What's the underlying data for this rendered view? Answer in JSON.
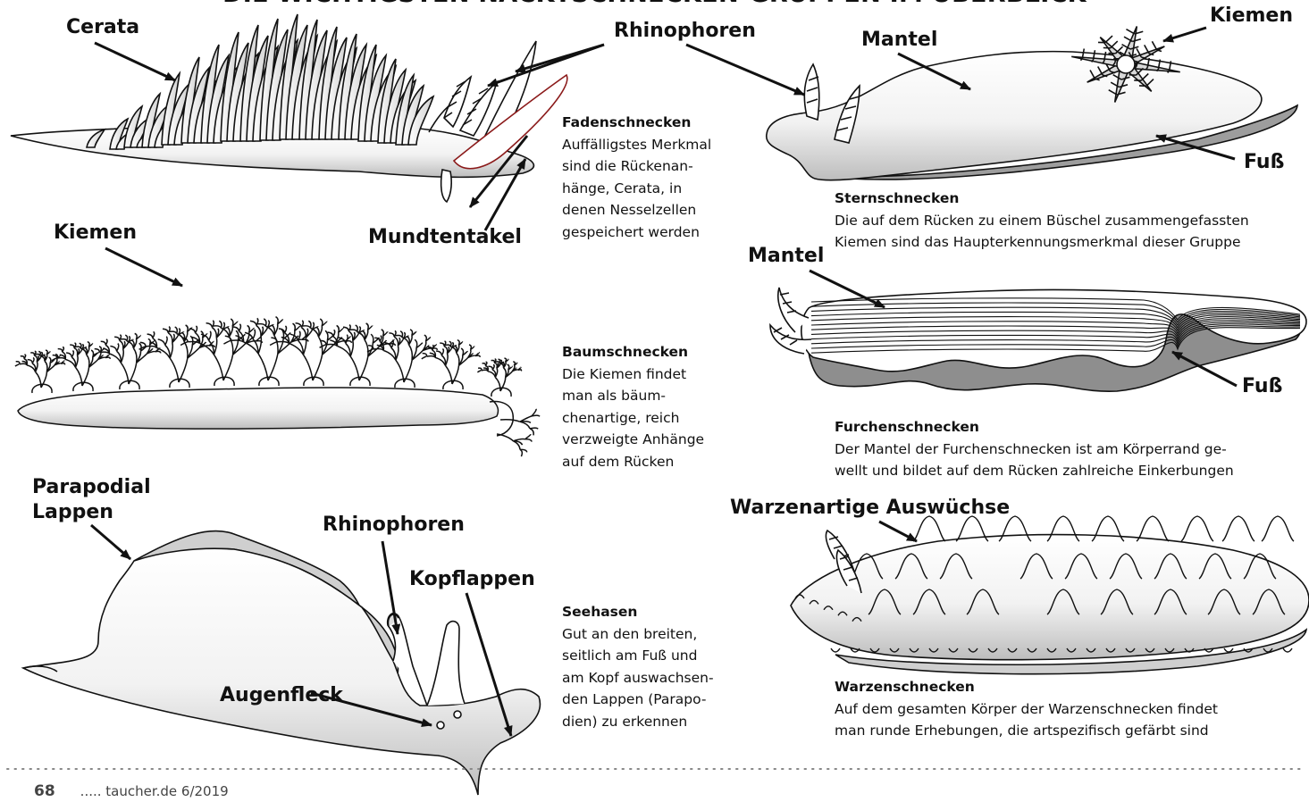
{
  "header": "DIE WICHTIGSTEN NACKTSCHNECKEN-GRUPPEN IM ÜBERBLICK",
  "labels": {
    "cerata": "Cerata",
    "rhinophoren_top": "Rhinophoren",
    "mundtentakel": "Mundtentakel",
    "kiemen_left": "Kiemen",
    "parapodial": [
      "Parapodial",
      "Lappen"
    ],
    "rhinophoren_bottom": "Rhinophoren",
    "kopflappen": "Kopflappen",
    "augenfleck": "Augenfleck",
    "mantel_top": "Mantel",
    "kiemen_right": "Kiemen",
    "fuss_top": "Fuß",
    "mantel_mid": "Mantel",
    "fuss_mid": "Fuß",
    "warzen": "Warzenartige Auswüchse"
  },
  "descriptions": [
    {
      "id": "fadenschnecken",
      "title": "Fadenschnecken",
      "lines": [
        "Auffälligstes Merkmal",
        "sind die Rückenan-",
        "hänge, Cerata, in",
        "denen Nesselzellen",
        "gespeichert werden"
      ]
    },
    {
      "id": "baumschnecken",
      "title": "Baumschnecken",
      "lines": [
        "Die Kiemen findet",
        "man als bäum-",
        "chenartige, reich",
        "verzweigte Anhänge",
        "auf dem Rücken"
      ]
    },
    {
      "id": "seehasen",
      "title": "Seehasen",
      "lines": [
        "Gut an den breiten,",
        "seitlich am Fuß und",
        "am Kopf auswachsen-",
        "den Lappen (Parapo-",
        "dien) zu erkennen"
      ]
    },
    {
      "id": "sternschnecken",
      "title": "Sternschnecken",
      "lines": [
        "Die auf dem Rücken zu einem Büschel zusammengefassten",
        "Kiemen sind das Haupterkennungsmerkmal dieser Gruppe"
      ]
    },
    {
      "id": "furchenschnecken",
      "title": "Furchenschnecken",
      "lines": [
        "Der Mantel der Furchenschnecken ist am Körperrand ge-",
        "wellt und bildet auf dem Rücken zahlreiche Einkerbungen"
      ]
    },
    {
      "id": "warzenschnecken",
      "title": "Warzenschnecken",
      "lines": [
        "Auf dem gesamten Körper der Warzenschnecken findet",
        "man runde Erhebungen, die artspezifisch gefärbt sind"
      ]
    }
  ],
  "footer": {
    "page": "68",
    "text": "..... taucher.de  6/2019"
  }
}
